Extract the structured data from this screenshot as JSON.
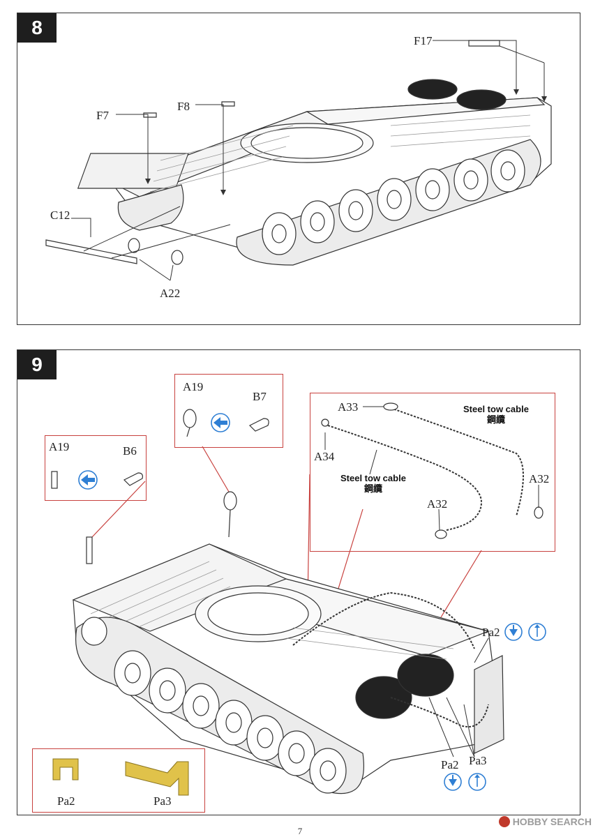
{
  "step8": {
    "number": "8",
    "labels": {
      "f17": "F17",
      "f8": "F8",
      "f7": "F7",
      "c12": "C12",
      "a22": "A22"
    }
  },
  "step9": {
    "number": "9",
    "box_b6": {
      "a19": "A19",
      "b6": "B6"
    },
    "box_b7": {
      "a19": "A19",
      "b7": "B7"
    },
    "cable_box": {
      "a33": "A33",
      "a34": "A34",
      "a32_left": "A32",
      "a32_right": "A32",
      "cable_note_right": "Steel tow cable",
      "cable_note_right_cn": "鋼纜",
      "cable_note_left": "Steel tow cable",
      "cable_note_left_cn": "鋼纜"
    },
    "labels": {
      "pa2_top": "Pa2",
      "pa2_bottom": "Pa2",
      "pa3": "Pa3"
    },
    "legend": {
      "pa2": "Pa2",
      "pa3": "Pa3"
    }
  },
  "colors": {
    "accent_red": "#c8413e",
    "icon_blue": "#2f7fd4",
    "part_yellow": "#e0c24a"
  },
  "icons": [
    "flip-arrow-icon",
    "bend-down-icon",
    "rotate-icon"
  ],
  "page": {
    "number": "7"
  },
  "watermark": {
    "text": "HOBBY SEARCH"
  }
}
